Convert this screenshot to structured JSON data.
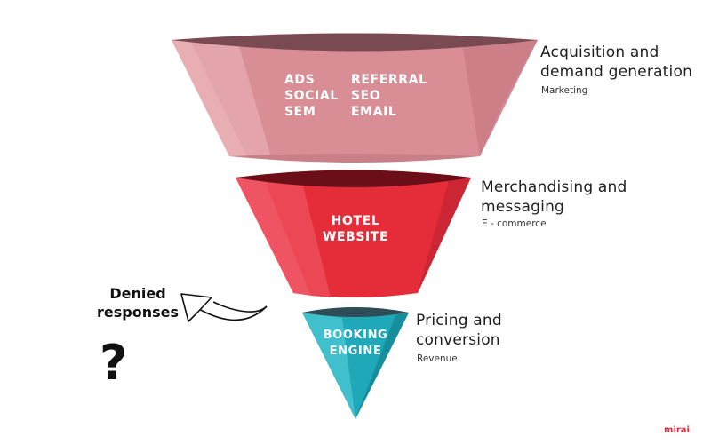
{
  "funnel": {
    "stages": [
      {
        "title_line1": "Acquisition and",
        "title_line2": "demand generation",
        "subtitle": "Marketing",
        "items_left": [
          "ADS",
          "SOCIAL",
          "SEM"
        ],
        "items_right": [
          "REFERRAL",
          "SEO",
          "EMAIL"
        ],
        "color": "#d98e96"
      },
      {
        "title_line1": "Merchandising and",
        "title_line2": "messaging",
        "subtitle": "E - commerce",
        "label_line1": "HOTEL",
        "label_line2": "WEBSITE",
        "color": "#e52d3a"
      },
      {
        "title_line1": "Pricing and",
        "title_line2": "conversion",
        "subtitle": "Revenue",
        "label_line1": "BOOKING",
        "label_line2": "ENGINE",
        "color": "#1fa8b8"
      }
    ]
  },
  "denied": {
    "line1": "Denied",
    "line2": "responses",
    "question": "?",
    "icon": "curved-arrow-left-icon"
  },
  "brand": "mirai"
}
